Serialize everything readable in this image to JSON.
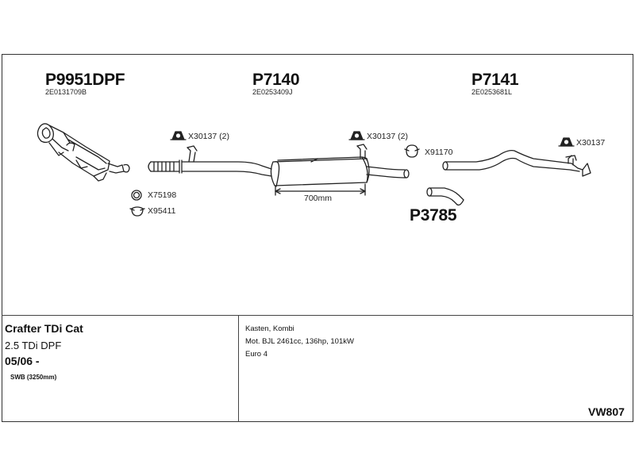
{
  "parts": {
    "catalytic_converter": {
      "code": "P9951DPF",
      "oem": "2E0131709B"
    },
    "middle_silencer": {
      "code": "P7140",
      "oem": "2E0253409J"
    },
    "rear_pipe": {
      "code": "P7141",
      "oem": "2E0253681L"
    },
    "connector_pipe": {
      "code": "P3785"
    }
  },
  "accessories": {
    "mount_1": "X30137 (2)",
    "mount_2": "X30137 (2)",
    "mount_3": "X30137",
    "gasket": "X75198",
    "clamp_1": "X95411",
    "clamp_2": "X91170"
  },
  "dimension": "700mm",
  "vehicle": {
    "model": "Crafter TDi Cat",
    "engine_short": "2.5 TDi DPF",
    "date": "05/06 -",
    "wheelbase": "SWB (3250mm)"
  },
  "details": {
    "body_type": "Kasten, Kombi",
    "engine": "Mot. BJL 2461cc, 136hp, 101kW",
    "emission": "Euro 4"
  },
  "kit_code": "VW807"
}
